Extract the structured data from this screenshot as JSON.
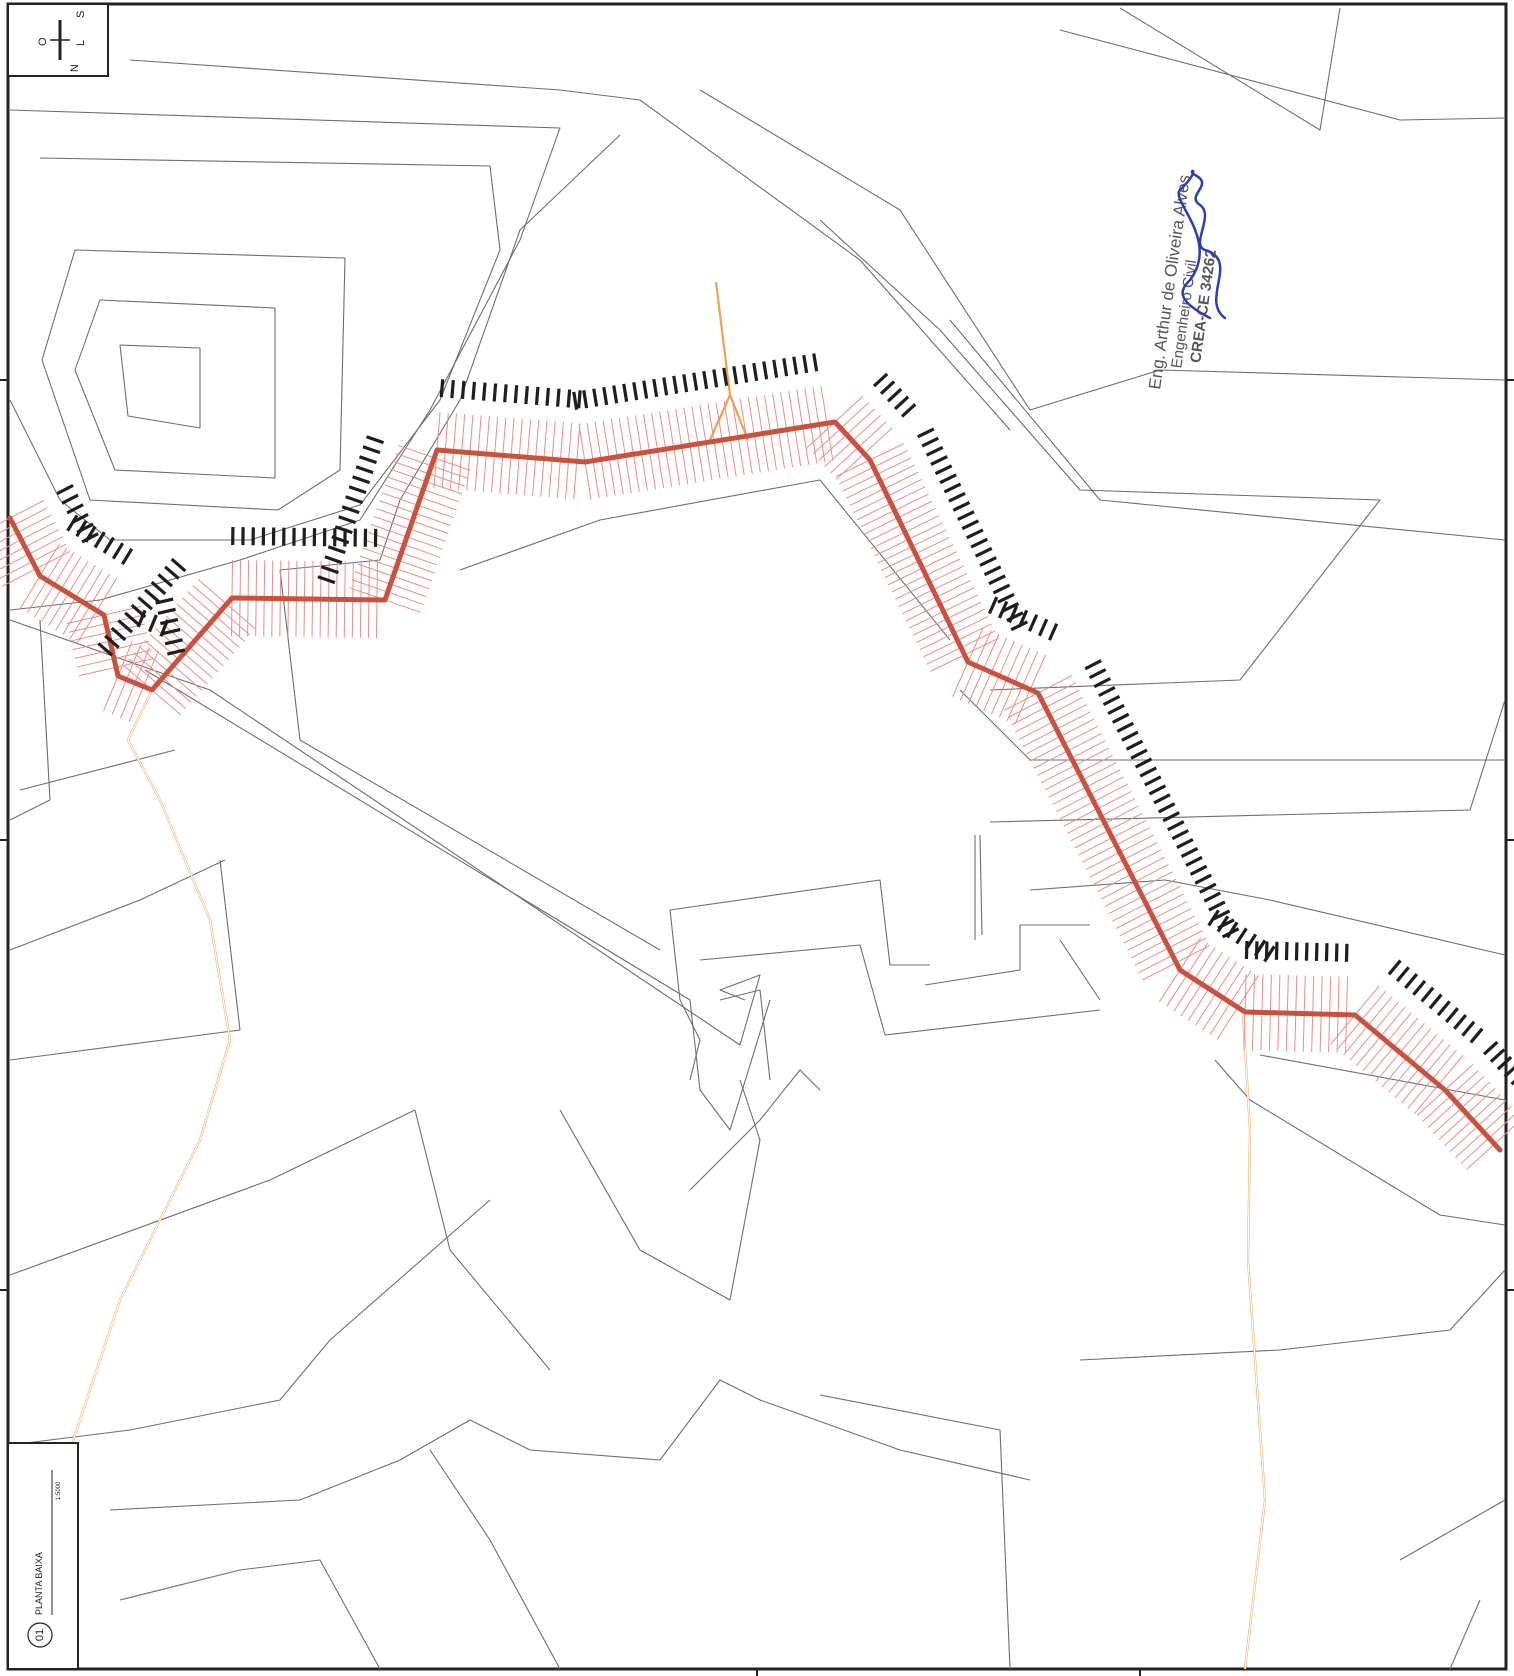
{
  "signature": {
    "lines": [
      "Eng. Arthur de Oliveira Alves",
      "Engenheiro Civil",
      "CREA-CE 34262"
    ],
    "ink_color": "#2b3fb0"
  },
  "legend": {
    "number": "01",
    "title": "PLANTA BAIXA",
    "scale": "1:5000"
  },
  "north_arrow": {
    "letters": [
      "N",
      "O",
      "L",
      "S"
    ]
  },
  "colors": {
    "route": "#c8523e",
    "hatch": "#f08a8a",
    "road": "#f0a050",
    "contour": "#6e6e6e"
  }
}
